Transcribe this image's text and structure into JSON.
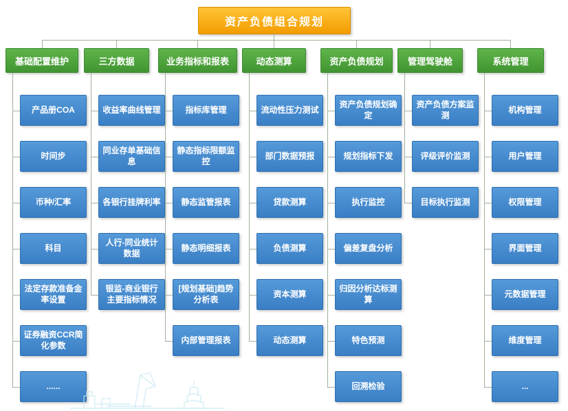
{
  "root": {
    "label": "资产负债组合规划"
  },
  "columns": [
    {
      "header": "基础配置维护",
      "items": [
        "产品册COA",
        "时间步",
        "币种/汇率",
        "科目",
        "法定存款准备金率设置",
        "证券融资CCR简化参数",
        "......"
      ]
    },
    {
      "header": "三方数据",
      "items": [
        "收益率曲线管理",
        "同业存单基础信息",
        "各银行挂牌利率",
        "人行-同业统计数据",
        "银监-商业银行主要指标情况"
      ]
    },
    {
      "header": "业务指标和报表",
      "items": [
        "指标库管理",
        "静态指标限额监控",
        "静态监管报表",
        "静态明细报表",
        "[规划基础]趋势分析表",
        "内部管理报表"
      ]
    },
    {
      "header": "动态测算",
      "items": [
        "流动性压力测试",
        "部门数据预报",
        "贷款测算",
        "负债测算",
        "资本测算",
        "动态测算"
      ]
    },
    {
      "header": "资产负债规划",
      "items": [
        "资产负债规划确定",
        "规划指标下发",
        "执行监控",
        "偏差复盘分析",
        "归因分析达标测算",
        "特色预测",
        "回溯检验"
      ]
    },
    {
      "header": "管理驾驶舱",
      "items": [
        "资产负债方案监测",
        "评级评价监测",
        "目标执行监测"
      ]
    },
    {
      "header": "系统管理",
      "items": [
        "机构管理",
        "用户管理",
        "权限管理",
        "界面管理",
        "元数据管理",
        "维度管理",
        "..."
      ]
    }
  ],
  "colors": {
    "root_box": "#F5A300",
    "category_box": "#4FA53C",
    "item_box": "#478DCE",
    "connector": "#9FB19A",
    "text": "#FFFFFF",
    "watermark": "#C9E8F2"
  },
  "decor": {
    "watermark_icon": "beijing-landmarks-line-art"
  }
}
